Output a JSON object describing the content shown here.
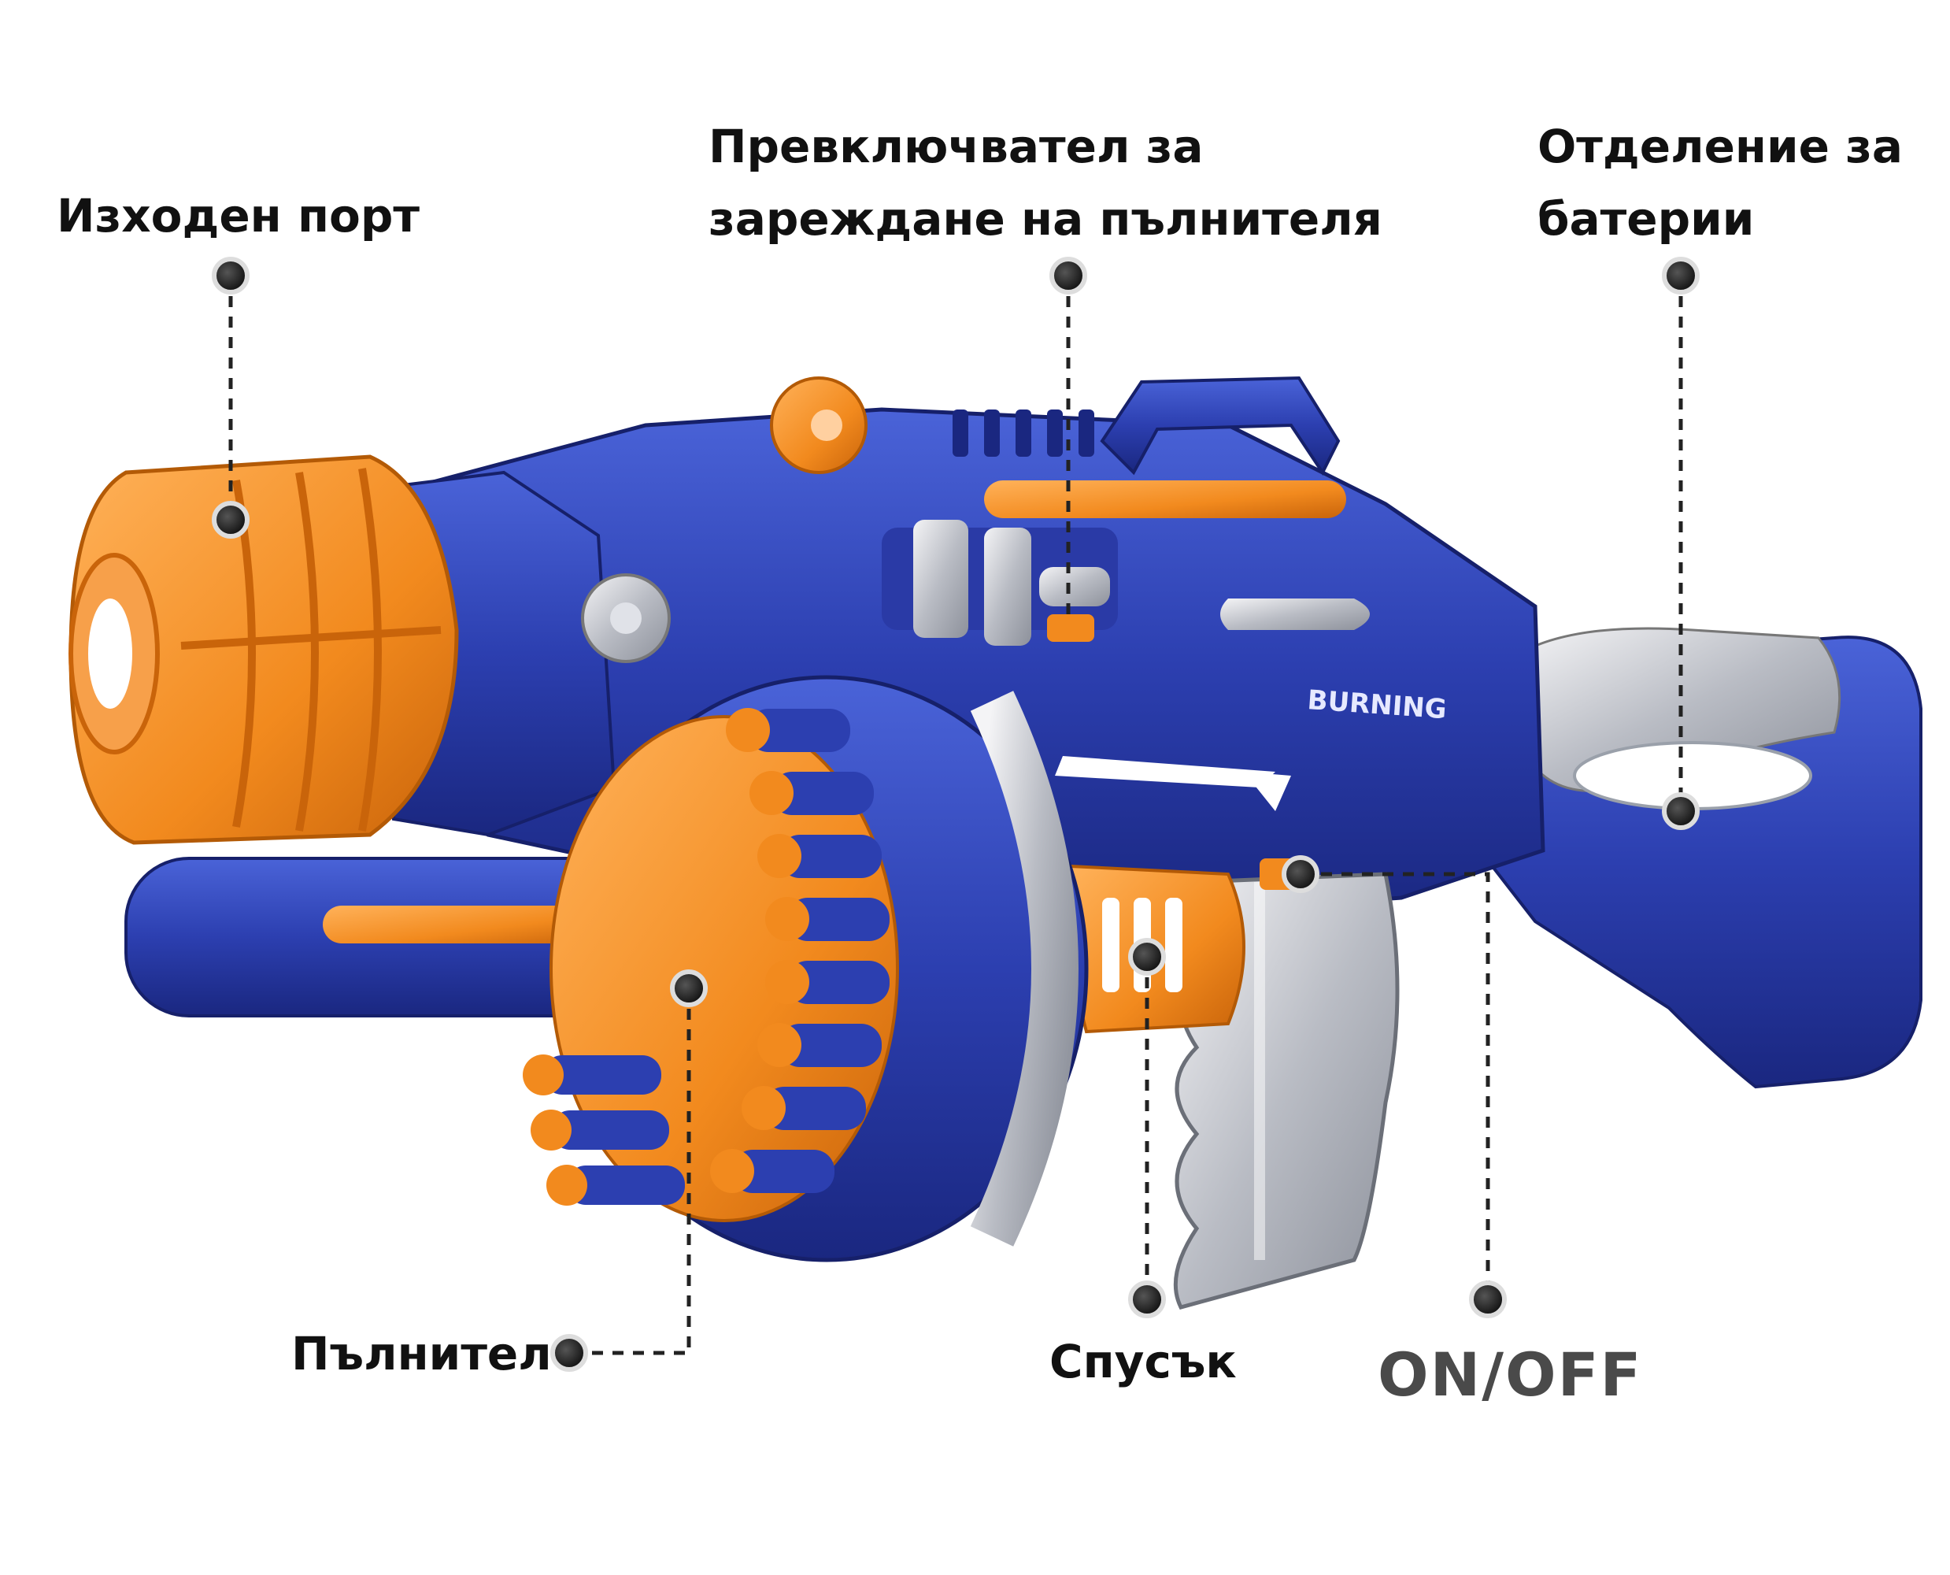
{
  "labels": {
    "output_port": "Изходен порт",
    "magazine_switch_line1": "Превключвател за",
    "magazine_switch_line2": "зареждане на пълнителя",
    "battery_line1": "Отделение за",
    "battery_line2": "батерии",
    "magazine": "Пълнител",
    "trigger": "Спусък",
    "power": "ON/OFF"
  },
  "toy_brand_text": "BURNING",
  "colors": {
    "body_blue": "#2c3fb0",
    "dark_blue": "#1a2780",
    "accent_orange": "#f28a1e",
    "silver": "#c7c9cf",
    "label_text": "#111111",
    "power_text": "#4a4a4a"
  }
}
